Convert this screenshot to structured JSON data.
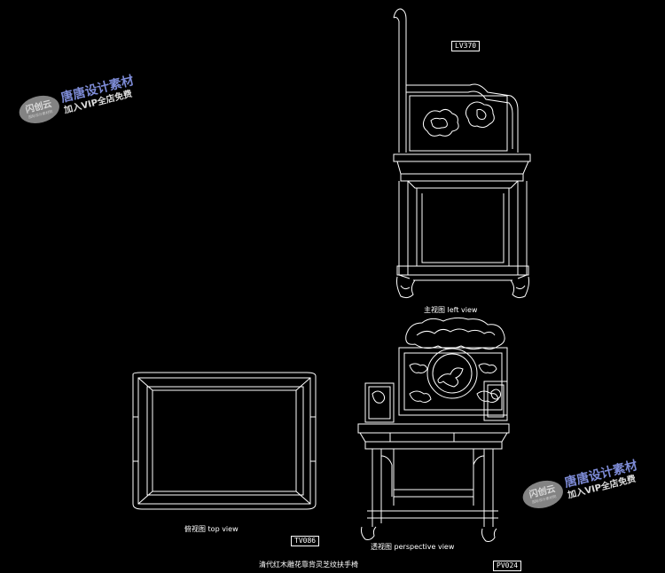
{
  "drawing": {
    "tags": {
      "lv": "LV370",
      "tv": "TV086",
      "pv": "PV024"
    },
    "labels": {
      "left_view": "主视图  left view",
      "top_view": "俯视图  top view",
      "perspective_view": "透视图  perspective view",
      "caption": "清代红木雕花靠背灵芝纹扶手椅"
    }
  },
  "watermark": {
    "badge_main": "闪创云",
    "badge_sub": "国际设计素材网",
    "title": "唐唐设计素材",
    "subtitle": "加入VIP全店免费"
  },
  "colors": {
    "background": "#000000",
    "line": "#ffffff",
    "watermark_title": "#7d8bd6",
    "watermark_badge": "#9a9a9a"
  }
}
